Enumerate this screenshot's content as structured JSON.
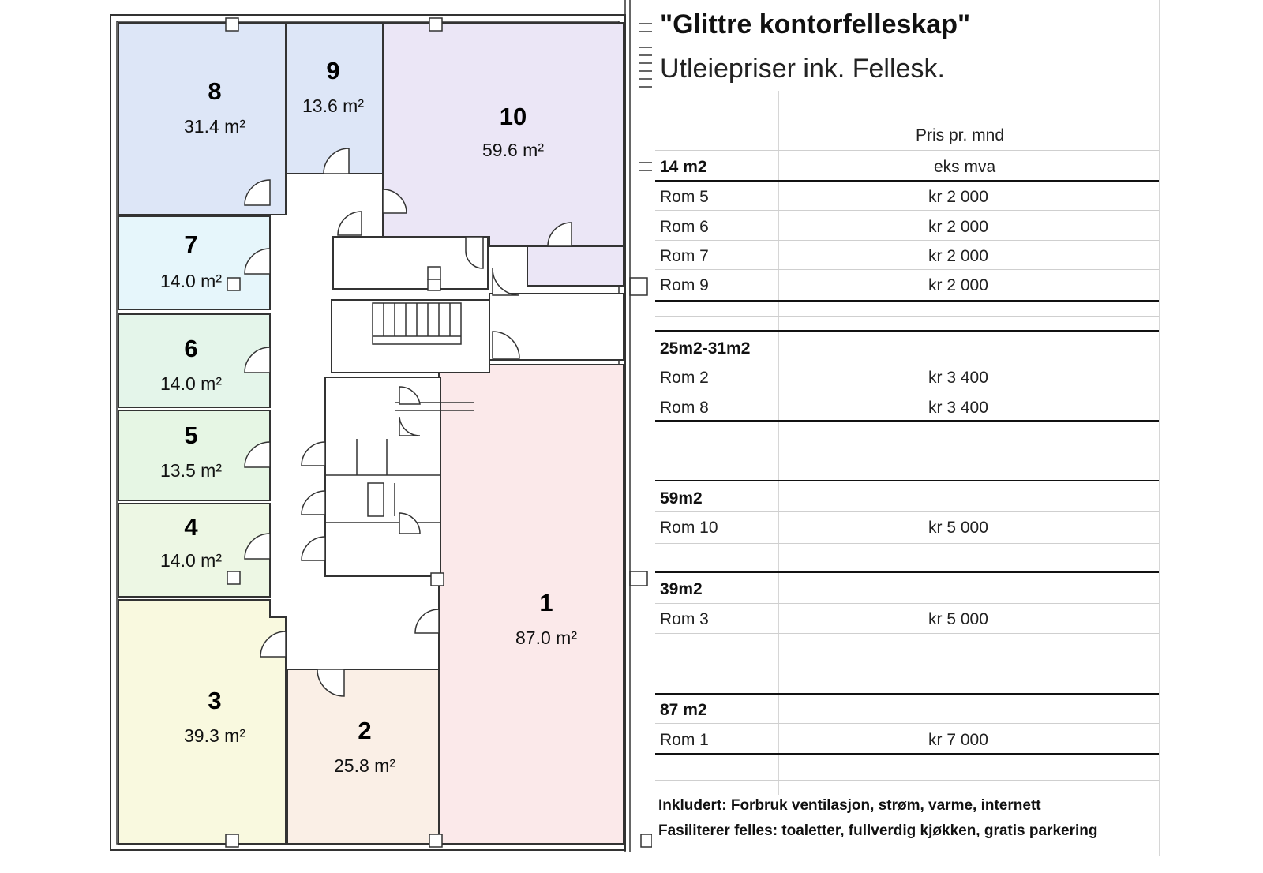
{
  "floorplan": {
    "rooms": [
      {
        "number": "8",
        "area": "31.4 m²",
        "color": "#dde6f7"
      },
      {
        "number": "9",
        "area": "13.6 m²",
        "color": "#dde6f7"
      },
      {
        "number": "10",
        "area": "59.6 m²",
        "color": "#ebe6f6"
      },
      {
        "number": "7",
        "area": "14.0 m²",
        "color": "#e6f6fb"
      },
      {
        "number": "6",
        "area": "14.0 m²",
        "color": "#e4f5ea"
      },
      {
        "number": "5",
        "area": "13.5 m²",
        "color": "#e6f6e4"
      },
      {
        "number": "4",
        "area": "14.0 m²",
        "color": "#edf7e4"
      },
      {
        "number": "3",
        "area": "39.3 m²",
        "color": "#f9f9df"
      },
      {
        "number": "2",
        "area": "25.8 m²",
        "color": "#faefe6"
      },
      {
        "number": "1",
        "area": "87.0 m²",
        "color": "#fbe9ea"
      }
    ]
  },
  "price_sheet": {
    "title": "\"Glittre kontorfelleskap\"",
    "subtitle": "Utleiepriser ink. Fellesk.",
    "header_price_line1": "Pris pr. mnd",
    "header_price_line2": "eks mva",
    "groups": [
      {
        "label": "14 m2",
        "rows": [
          {
            "room": "Rom 5",
            "price": "kr 2 000"
          },
          {
            "room": "Rom 6",
            "price": "kr 2 000"
          },
          {
            "room": "Rom 7",
            "price": "kr 2 000"
          },
          {
            "room": "Rom 9",
            "price": "kr 2 000"
          }
        ]
      },
      {
        "label": "25m2-31m2",
        "rows": [
          {
            "room": "Rom 2",
            "price": "kr 3 400"
          },
          {
            "room": "Rom 8",
            "price": "kr 3 400"
          }
        ]
      },
      {
        "label": "59m2",
        "rows": [
          {
            "room": "Rom 10",
            "price": "kr 5 000"
          }
        ]
      },
      {
        "label": "39m2",
        "rows": [
          {
            "room": "Rom 3",
            "price": "kr 5 000"
          }
        ]
      },
      {
        "label": "87 m2",
        "rows": [
          {
            "room": "Rom 1",
            "price": "kr 7 000"
          }
        ]
      }
    ],
    "note_included": "Inkludert: Forbruk ventilasjon, strøm, varme, internett",
    "note_facilities": "Fasiliterer felles: toaletter, fullverdig kjøkken, gratis parkering"
  }
}
